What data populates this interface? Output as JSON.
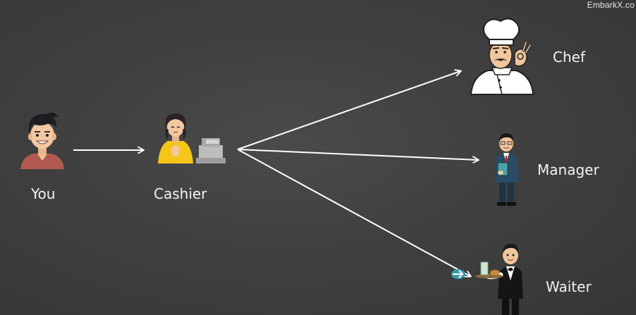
{
  "watermark": "EmbarkX.co",
  "nodes": {
    "you": {
      "label": "You",
      "icon": "customer-person-icon"
    },
    "cashier": {
      "label": "Cashier",
      "icon": "cashier-person-icon"
    },
    "chef": {
      "label": "Chef",
      "icon": "chef-icon"
    },
    "manager": {
      "label": "Manager",
      "icon": "manager-icon"
    },
    "waiter": {
      "label": "Waiter",
      "icon": "waiter-icon"
    }
  },
  "edges": [
    {
      "from": "You",
      "to": "Cashier"
    },
    {
      "from": "Cashier",
      "to": "Chef"
    },
    {
      "from": "Cashier",
      "to": "Manager"
    },
    {
      "from": "Cashier",
      "to": "Waiter"
    }
  ],
  "colors": {
    "background": "#404040",
    "arrow": "#ffffff",
    "text": "#f2f2f2"
  }
}
